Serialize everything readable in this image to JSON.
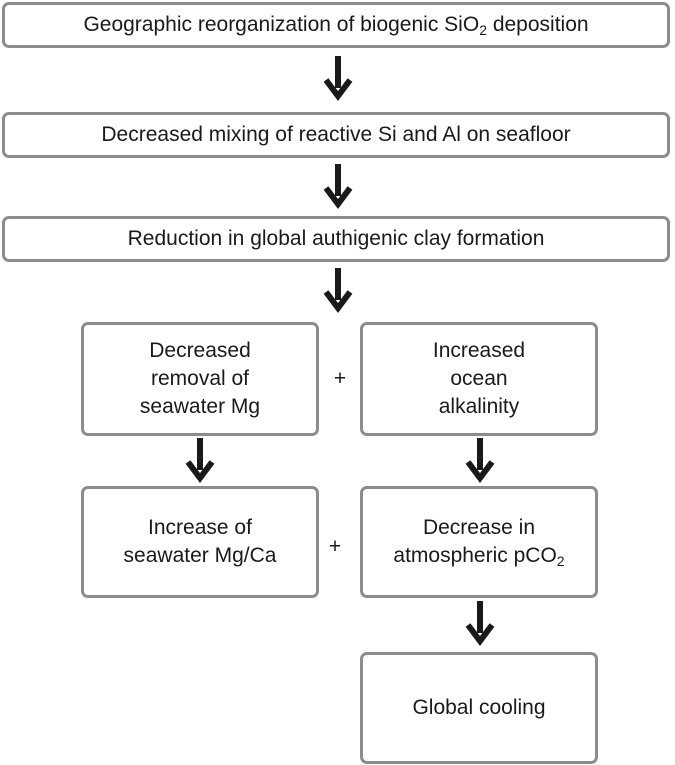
{
  "boxes": {
    "b1": {
      "pre": "Geographic reorganization of biogenic SiO",
      "sub": "2",
      "post": " deposition"
    },
    "b2": {
      "text": "Decreased mixing of reactive Si and Al on seafloor"
    },
    "b3": {
      "text": "Reduction in global authigenic clay formation"
    },
    "b4": {
      "l1": "Decreased",
      "l2": "removal of",
      "l3": "seawater Mg"
    },
    "b5": {
      "l1": "Increased",
      "l2": "ocean",
      "l3": "alkalinity"
    },
    "b6": {
      "l1": "Increase of",
      "l2": "seawater Mg/Ca"
    },
    "b7": {
      "l1": "Decrease in",
      "l2pre": "atmospheric pCO",
      "l2sub": "2"
    },
    "b8": {
      "text": "Global cooling"
    }
  },
  "operators": {
    "plus1": "+",
    "plus2": "+"
  },
  "colors": {
    "border": "#8c8c8c",
    "arrow": "#1a1a1a",
    "text": "#1a1a1a"
  },
  "icons": {
    "arrow": "down-arrow"
  }
}
